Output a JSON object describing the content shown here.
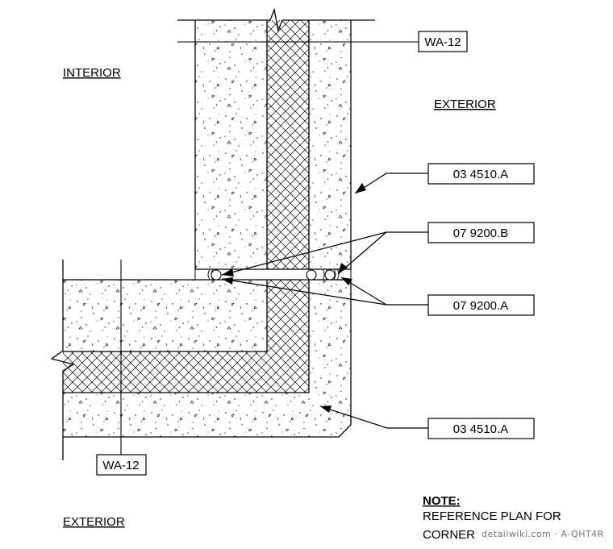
{
  "labels": {
    "interior": "INTERIOR",
    "exterior_top": "EXTERIOR",
    "exterior_bottom": "EXTERIOR"
  },
  "tags": {
    "wall_top": "WA-12",
    "wall_bottom": "WA-12",
    "concrete_upper": "03 4510.A",
    "joint_b": "07 9200.B",
    "joint_a": "07 9200.A",
    "concrete_lower": "03 4510.A"
  },
  "note": {
    "heading": "NOTE:",
    "line1": "REFERENCE PLAN FOR",
    "line2": "CORNER"
  },
  "watermark": "detailwiki.com · A-QHT4R"
}
